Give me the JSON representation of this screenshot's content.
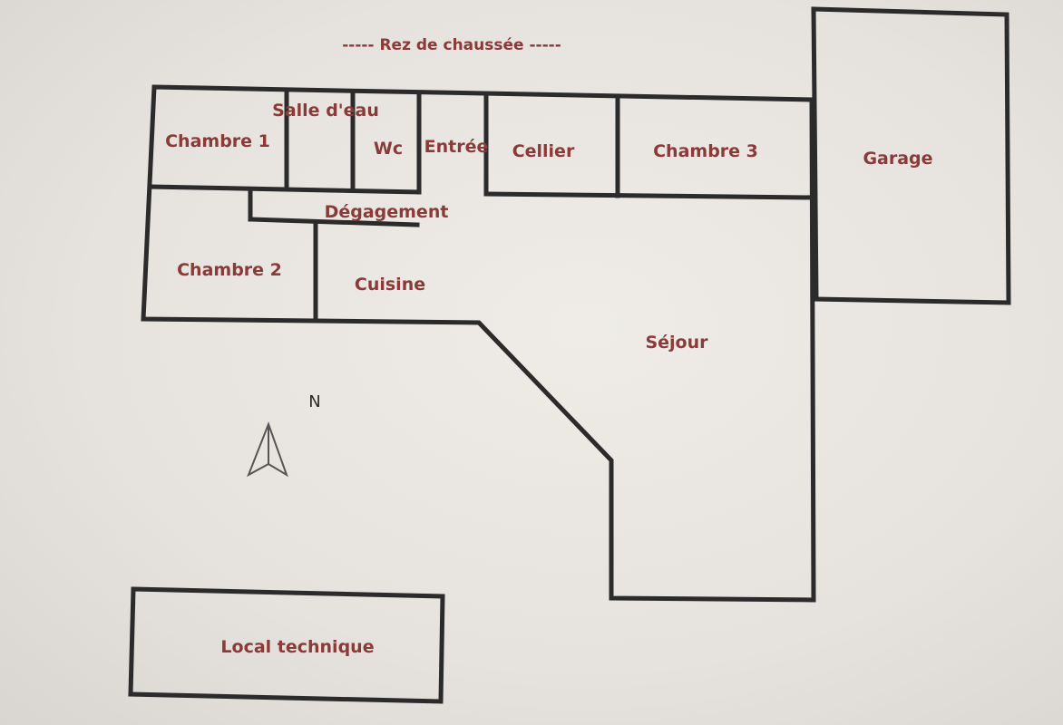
{
  "title": "----- Rez de chaussée -----",
  "rooms": {
    "chambre1": "Chambre 1",
    "salle_deau": "Salle d'eau",
    "wc": "Wc",
    "entree": "Entrée",
    "cellier": "Cellier",
    "chambre3": "Chambre 3",
    "garage": "Garage",
    "degagement": "Dégagement",
    "chambre2": "Chambre 2",
    "cuisine": "Cuisine",
    "sejour": "Séjour",
    "local_technique": "Local technique"
  },
  "compass": {
    "label": "N"
  },
  "colors": {
    "label": "#8b3a3a",
    "wall": "#2b2b2b"
  },
  "icons": {
    "compass": "north-arrow-icon"
  }
}
